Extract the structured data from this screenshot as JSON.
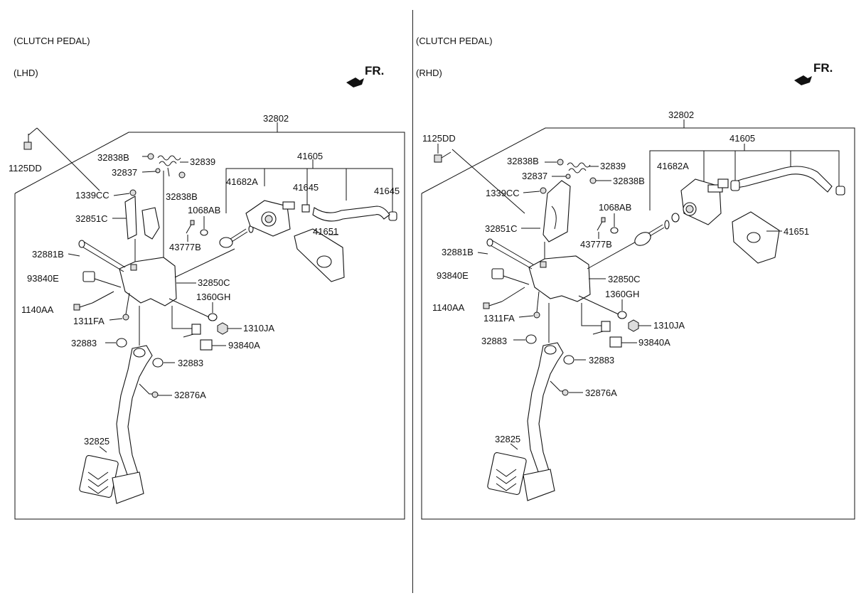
{
  "panels": [
    {
      "title_line1": "(CLUTCH PEDAL)",
      "title_line2": "(LHD)",
      "direction": "FR.",
      "labels": {
        "assembly": "32802",
        "bolt_top": "1125DD",
        "nut_1339": "1339CC",
        "bracket": "32851C",
        "pin": "32881B",
        "switch_left": "93840E",
        "bolt_1140": "1140AA",
        "nut_1311": "1311FA",
        "bushing_left": "32883",
        "spring_nut_a": "32838B",
        "clip": "32837",
        "spring": "32839",
        "spring_nut_b": "32838B",
        "pin_43777": "43777B",
        "washer_1068": "1068AB",
        "master_cyl": "41682A",
        "hose_assembly": "41605",
        "clamp_a": "41645",
        "clamp_b": "41645",
        "gasket": "41651",
        "member": "32850C",
        "bushing_1360": "1360GH",
        "nut_1310": "1310JA",
        "switch_right": "93840A",
        "bushing_right": "32883",
        "nut_32876": "32876A",
        "pedal": "32825"
      }
    },
    {
      "title_line1": "(CLUTCH PEDAL)",
      "title_line2": "(RHD)",
      "direction": "FR.",
      "labels": {
        "assembly": "32802",
        "bolt_top": "1125DD",
        "nut_1339": "1339CC",
        "bracket": "32851C",
        "pin": "32881B",
        "switch_left": "93840E",
        "bolt_1140": "1140AA",
        "nut_1311": "1311FA",
        "bushing_left": "32883",
        "spring_nut_a": "32838B",
        "clip": "32837",
        "spring": "32839",
        "spring_nut_b": "32838B",
        "pin_43777": "43777B",
        "washer_1068": "1068AB",
        "master_cyl": "41682A",
        "hose_assembly": "41605",
        "gasket": "41651",
        "member": "32850C",
        "bushing_1360": "1360GH",
        "nut_1310": "1310JA",
        "switch_right": "93840A",
        "bushing_right": "32883",
        "nut_32876": "32876A",
        "pedal": "32825"
      }
    }
  ]
}
